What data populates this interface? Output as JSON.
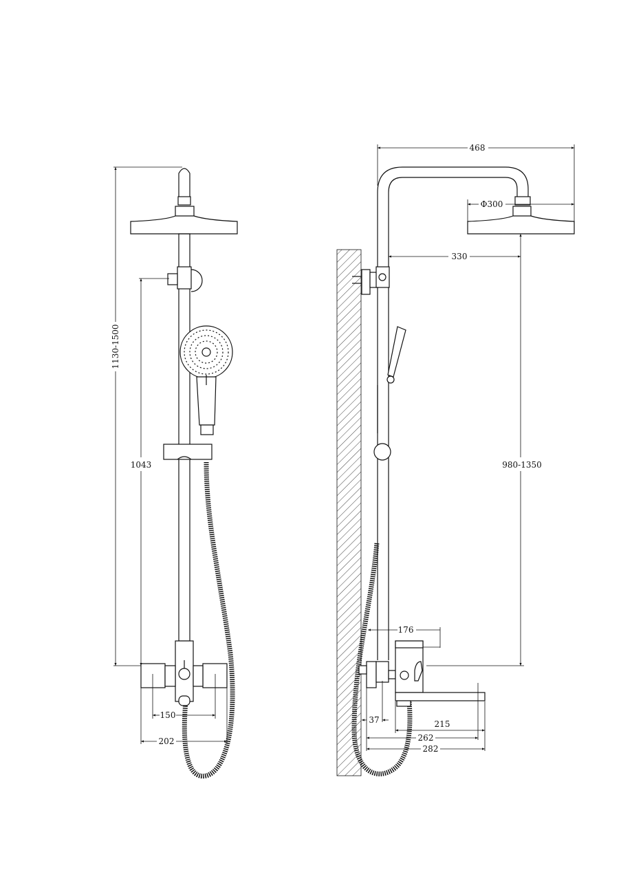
{
  "front_view": {
    "dims": {
      "total_height": "1130-1500",
      "slide_height": "1043",
      "inlet_spacing": "150",
      "mixer_width": "202"
    }
  },
  "side_view": {
    "dims": {
      "arm_reach": "468",
      "head_diameter": "Φ300",
      "head_offset": "330",
      "head_height": "980-1350",
      "mixer_lever": "176",
      "wall_offset": "37",
      "spout_length": "215",
      "spout_reach": "262",
      "total_depth": "282"
    }
  }
}
